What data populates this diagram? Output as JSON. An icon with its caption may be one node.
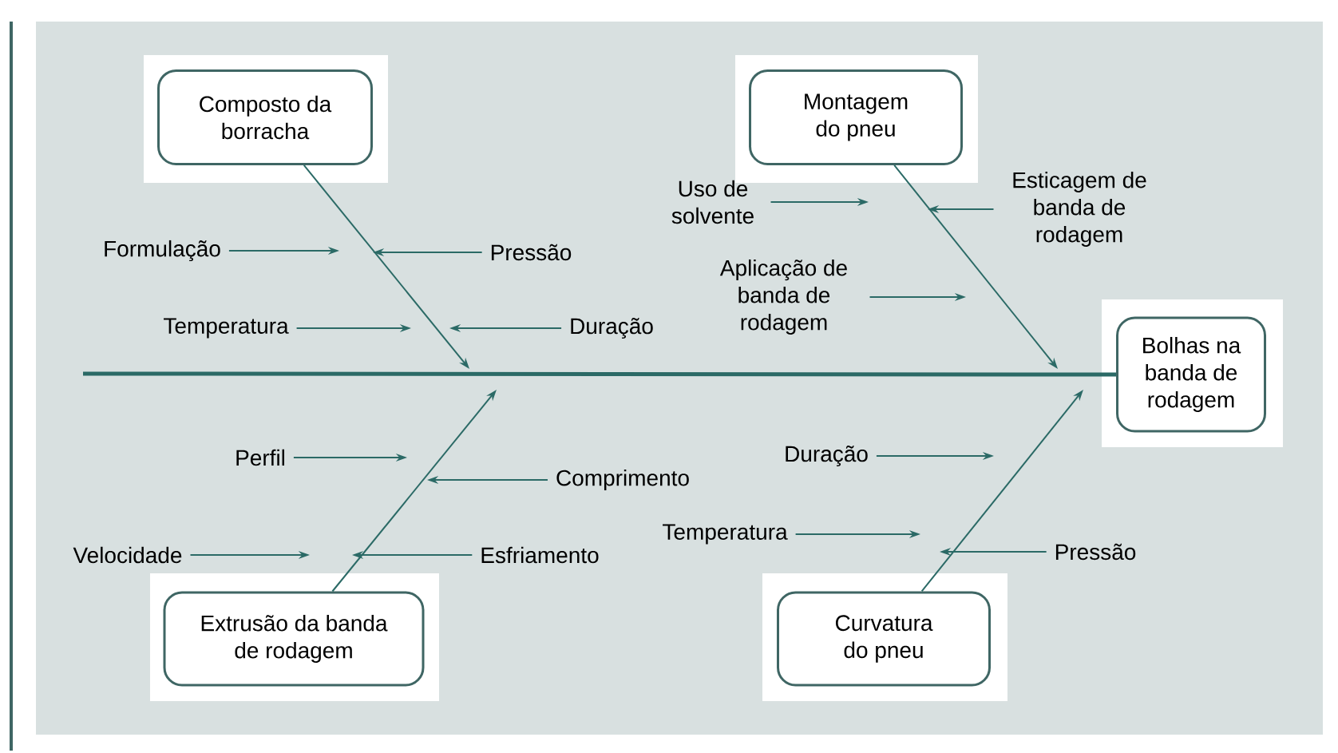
{
  "diagram": {
    "nodes": [
      {
        "text": [
          "Composto da borracha"
        ]
      },
      {
        "text": [
          "Montagem do pneu"
        ]
      },
      {
        "text": [
          "Bolhas na banda de rodagem"
        ]
      },
      {
        "text": [
          "Extrusão da banda de rodagem"
        ]
      },
      {
        "text": [
          "Curvatura do pneu"
        ]
      },
      {
        "text": [
          "Formulação"
        ]
      },
      {
        "text": [
          "Pressão"
        ]
      },
      {
        "text": [
          "Temperatura"
        ]
      },
      {
        "text": [
          "Duração"
        ]
      },
      {
        "text": [
          "Uso de solvente"
        ]
      },
      {
        "text": [
          "Esticagem de banda de rodagem"
        ]
      },
      {
        "text": [
          "Aplicação de banda de rodagem"
        ]
      },
      {
        "text": [
          "Perfil"
        ]
      },
      {
        "text": [
          "Comprimento"
        ]
      },
      {
        "text": [
          "Velocidade"
        ]
      },
      {
        "text": [
          "Esfriamento"
        ]
      },
      {
        "text": [
          "Duração"
        ]
      },
      {
        "text": [
          "Temperatura"
        ]
      },
      {
        "text": [
          "Pressão"
        ]
      }
    ],
    "edges": [
      {
        "from": null,
        "to": 2,
        "arrow": "none",
        "style": "thick"
      },
      {
        "from": 0,
        "to": null,
        "arrow": "to"
      },
      {
        "from": 1,
        "to": null,
        "arrow": "to"
      },
      {
        "from": 3,
        "to": null,
        "arrow": "to"
      },
      {
        "from": 4,
        "to": null,
        "arrow": "to"
      },
      {
        "from": 5,
        "to": null,
        "arrow": "to"
      },
      {
        "from": 6,
        "to": null,
        "arrow": "to"
      },
      {
        "from": 7,
        "to": null,
        "arrow": "to"
      },
      {
        "from": 8,
        "to": null,
        "arrow": "to"
      },
      {
        "from": 9,
        "to": null,
        "arrow": "to"
      },
      {
        "from": 10,
        "to": null,
        "arrow": "to"
      },
      {
        "from": 11,
        "to": null,
        "arrow": "to"
      },
      {
        "from": 12,
        "to": null,
        "arrow": "to"
      },
      {
        "from": 13,
        "to": null,
        "arrow": "to"
      },
      {
        "from": 14,
        "to": null,
        "arrow": "to"
      },
      {
        "from": 15,
        "to": null,
        "arrow": "to"
      },
      {
        "from": 16,
        "to": null,
        "arrow": "to"
      },
      {
        "from": 17,
        "to": null,
        "arrow": "to"
      },
      {
        "from": 18,
        "to": null,
        "arrow": "to"
      }
    ]
  }
}
